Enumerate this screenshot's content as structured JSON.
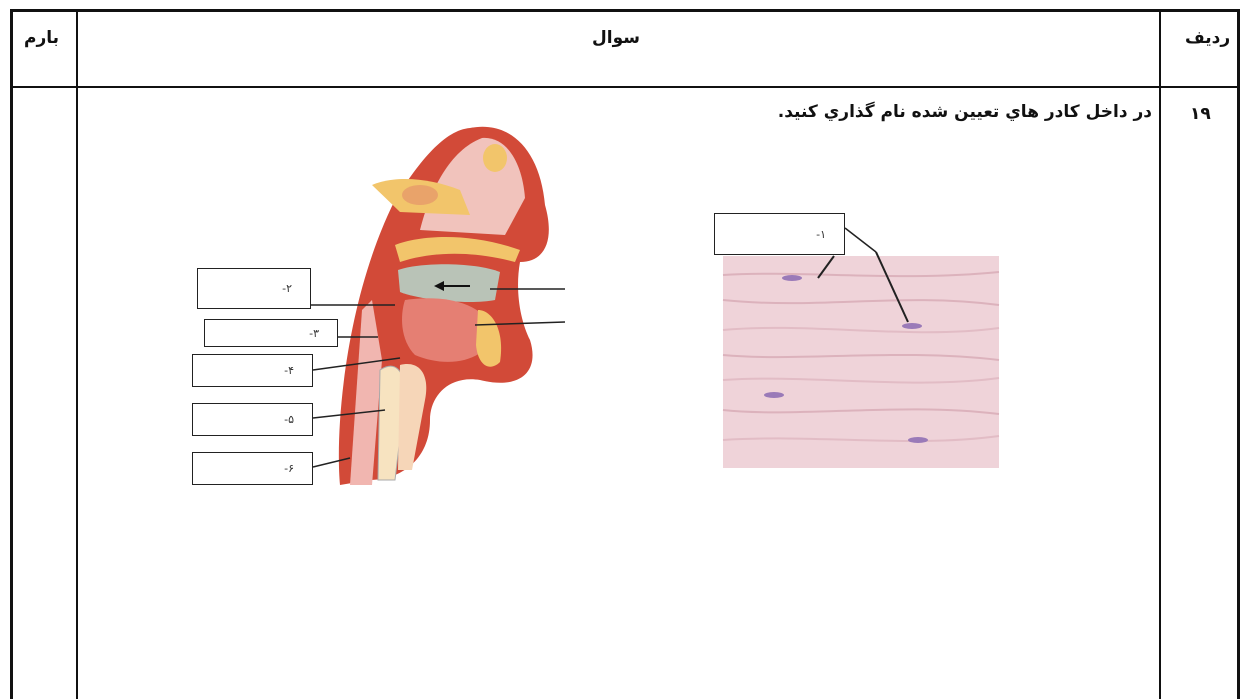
{
  "header": {
    "score_label": "بارم",
    "question_label": "سوال",
    "row_label": "ردیف"
  },
  "row": {
    "number": "۱۹",
    "question_text": "در داخل کادر هاي تعيين شده نام گذاري کنيد.",
    "head_labels": [
      "-۲",
      "-۳",
      "-۴",
      "-۵",
      "-۶"
    ],
    "muscle_label": "-۱"
  },
  "colors": {
    "tissue_pink": "#e8c4cc",
    "tissue_nucleus": "#9a7ab8",
    "head_red": "#c8362a",
    "bone_yellow": "#f2c56b"
  }
}
